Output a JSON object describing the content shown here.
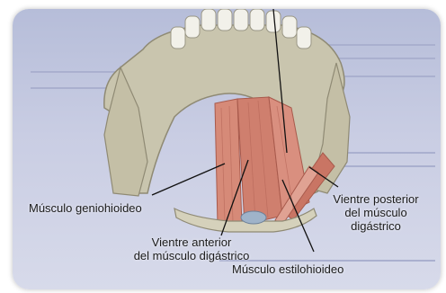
{
  "labels": {
    "geniohyoid": "Músculo geniohioideo",
    "anterior_line1": "Vientre anterior",
    "anterior_line2": "del músculo digástrico",
    "posterior_line1": "Vientre posterior",
    "posterior_line2": "del músculo",
    "posterior_line3": "digástrico",
    "stylohyoid": "Músculo estilohioideo"
  },
  "colors": {
    "bone": "#c9c5ae",
    "muscle": "#d68a78",
    "background": "#c2c7e0"
  }
}
